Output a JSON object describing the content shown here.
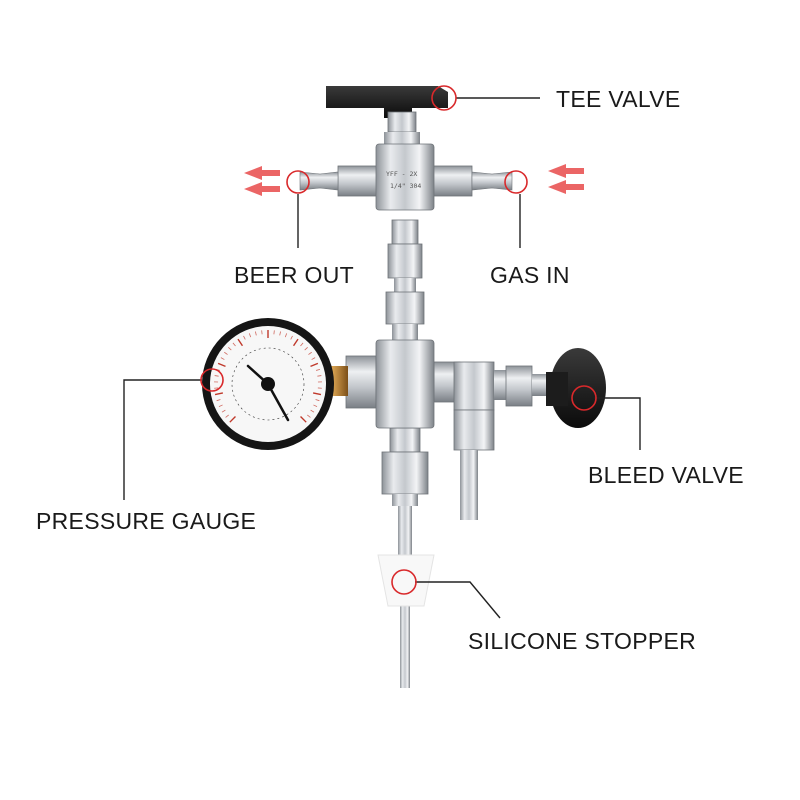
{
  "callouts": {
    "tee_valve": "TEE VALVE",
    "beer_out": "BEER OUT",
    "gas_in": "GAS IN",
    "pressure_gauge": "PRESSURE GAUGE",
    "bleed_valve": "BLEED VALVE",
    "silicone_stopper": "SILICONE STOPPER"
  },
  "fitting_stamp": {
    "line1": "YFF - 2X",
    "line2": "1/4\" 304"
  },
  "colors": {
    "arrow": "#e84a4a",
    "marker_ring": "#d9292b",
    "leader_line": "#222222",
    "handle": "#141414",
    "steel": "#c9ccd0",
    "label_text": "#1a1a1a"
  },
  "icons": {
    "flow_arrow": "double-chevron-arrow",
    "marker": "circle-ring"
  }
}
